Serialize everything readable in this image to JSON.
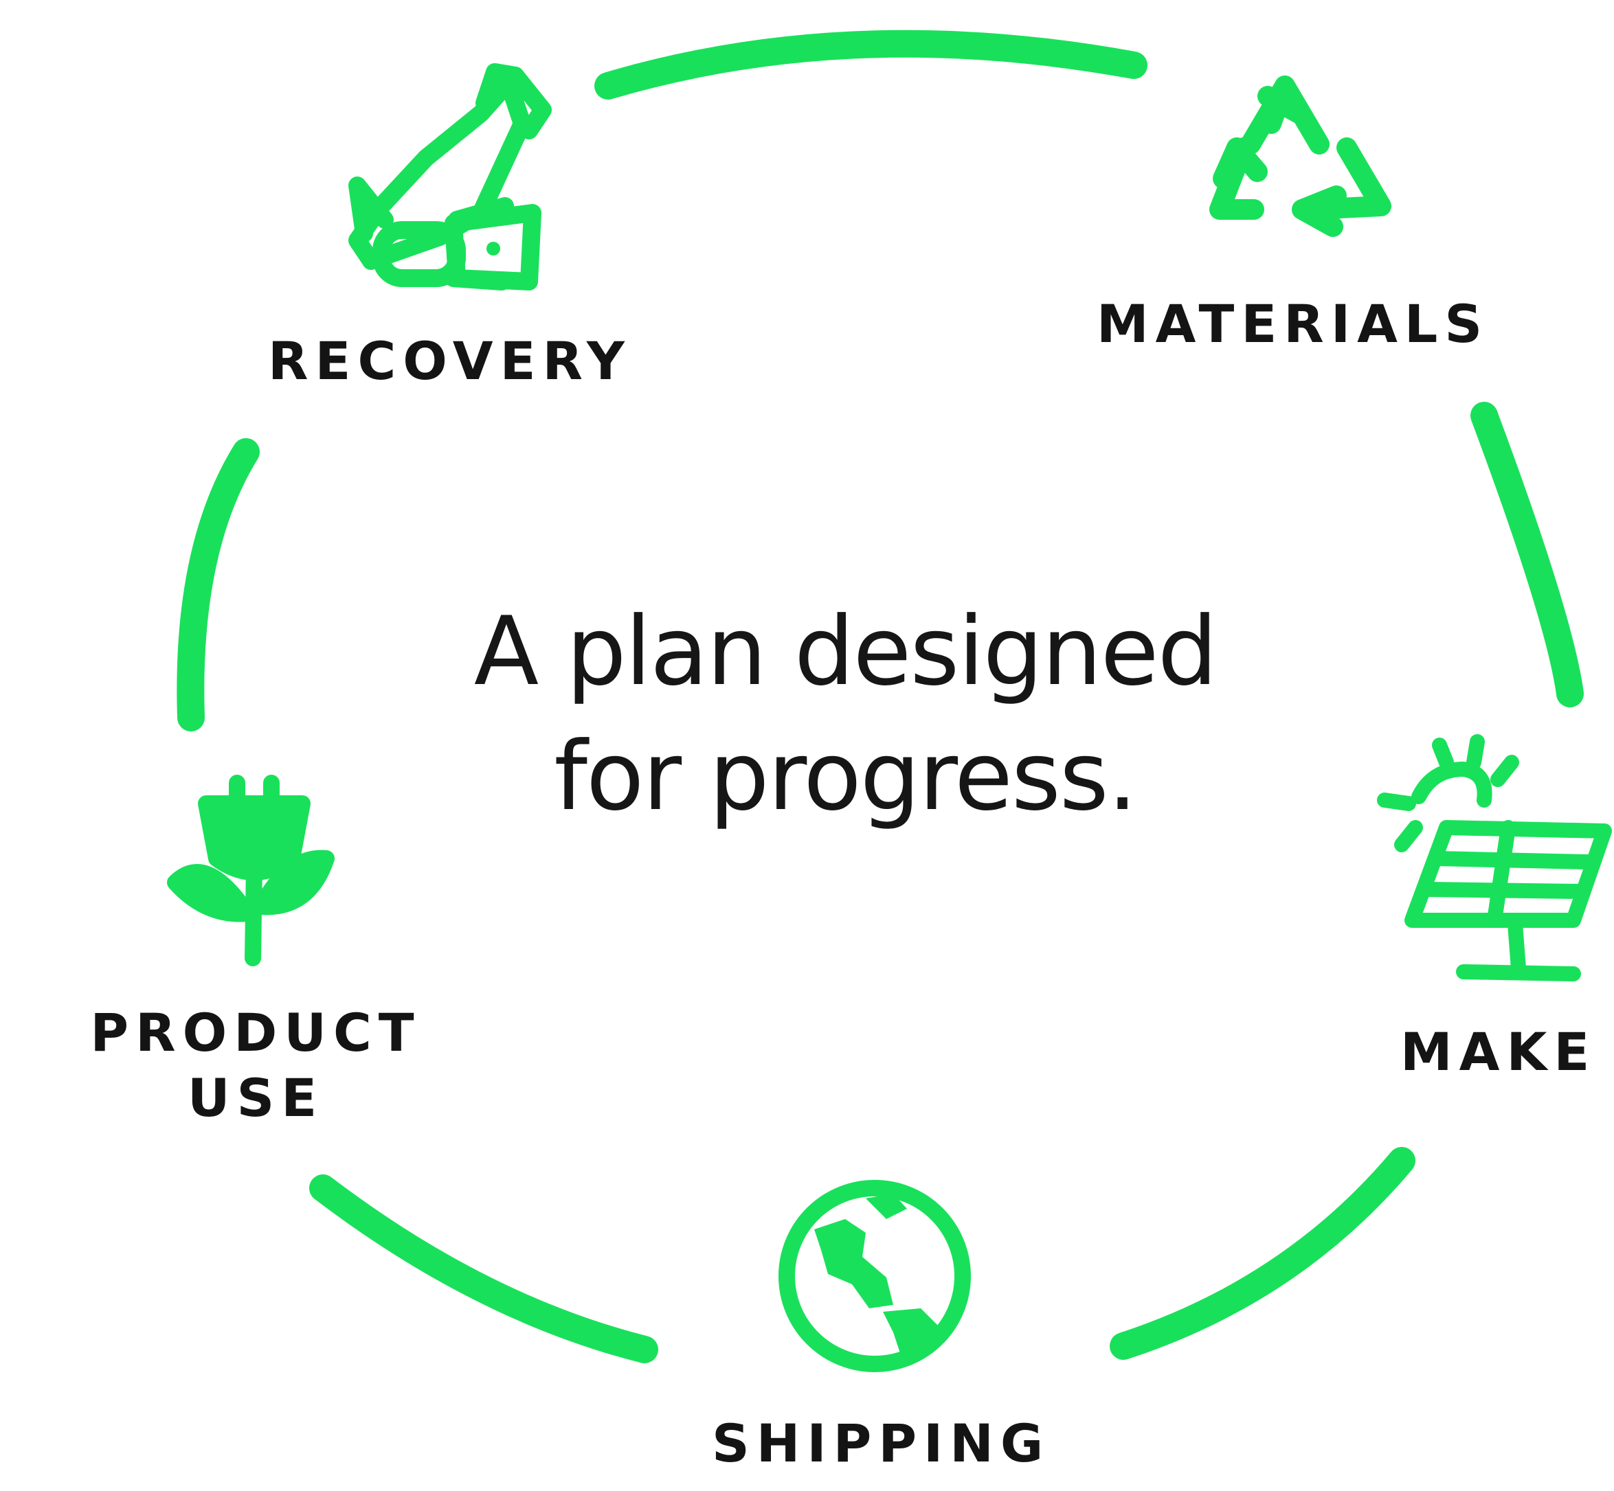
{
  "headline": {
    "line1": "A plan designed",
    "line2_prefix": "for ",
    "line2_highlight": "progress",
    "line2_suffix": "."
  },
  "stages": {
    "recovery": "RECOVERY",
    "materials": "MATERIALS",
    "make": "MAKE",
    "shipping": "SHIPPING",
    "product_use_line1": "PRODUCT",
    "product_use_line2": "USE"
  },
  "icons": {
    "recovery": "hand-holding-wrench-icon",
    "materials": "recycle-icon",
    "make": "solar-panel-icon",
    "shipping": "globe-icon",
    "product_use": "plug-plant-icon"
  },
  "colors": {
    "accent": "#19e05a",
    "text": "#141414",
    "background": "#ffffff"
  }
}
